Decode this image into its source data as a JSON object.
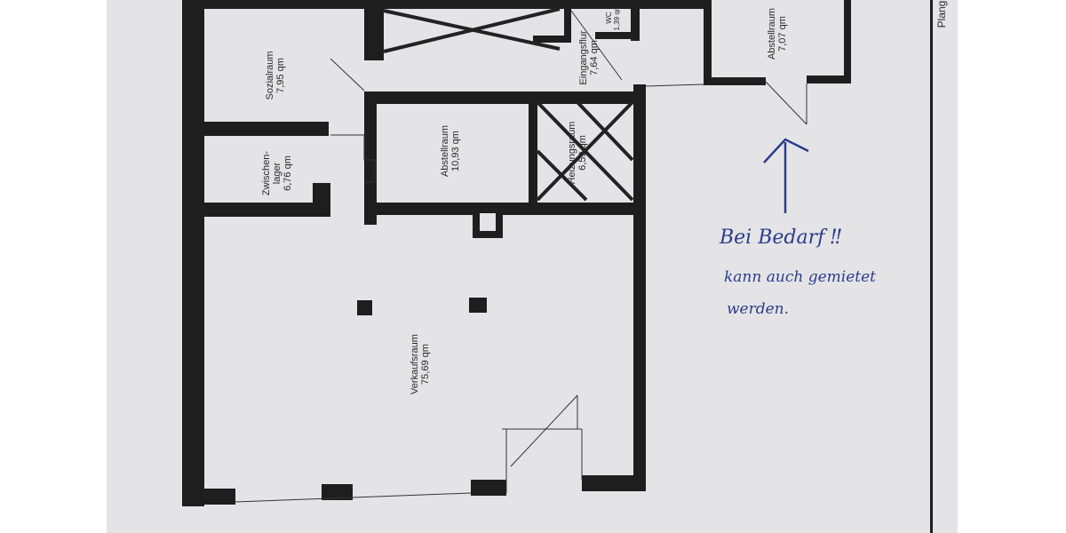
{
  "rooms": {
    "sozialraum": {
      "name": "Sozialraum",
      "area": "7,95 qm"
    },
    "zwischenlager": {
      "name": "Zwischen-",
      "name2": "lager",
      "area": "6,76 qm"
    },
    "abstellraum1": {
      "name": "Abstellraum",
      "area": "10,93 qm"
    },
    "heizungsraum": {
      "name": "Heizungsraum",
      "area": "6,59 qm"
    },
    "eingangsflur": {
      "name": "Eingangsflur",
      "area": "7,64 qm"
    },
    "wc": {
      "name": "WC",
      "area": "1,39 qm"
    },
    "abstellraum2": {
      "name": "Abstellraum",
      "area": "7,07 qm"
    },
    "verkaufsraum": {
      "name": "Verkaufsraum",
      "area": "75,69 qm"
    }
  },
  "margin_label": "Plang",
  "handwritten_note": {
    "line1": "Bei Bedarf ‼",
    "line2": "kann auch gemietet",
    "line3": "werden."
  },
  "colors": {
    "paper": "#e4e4e7",
    "wall": "#1e1e1e",
    "ink": "#2b3c8a"
  }
}
